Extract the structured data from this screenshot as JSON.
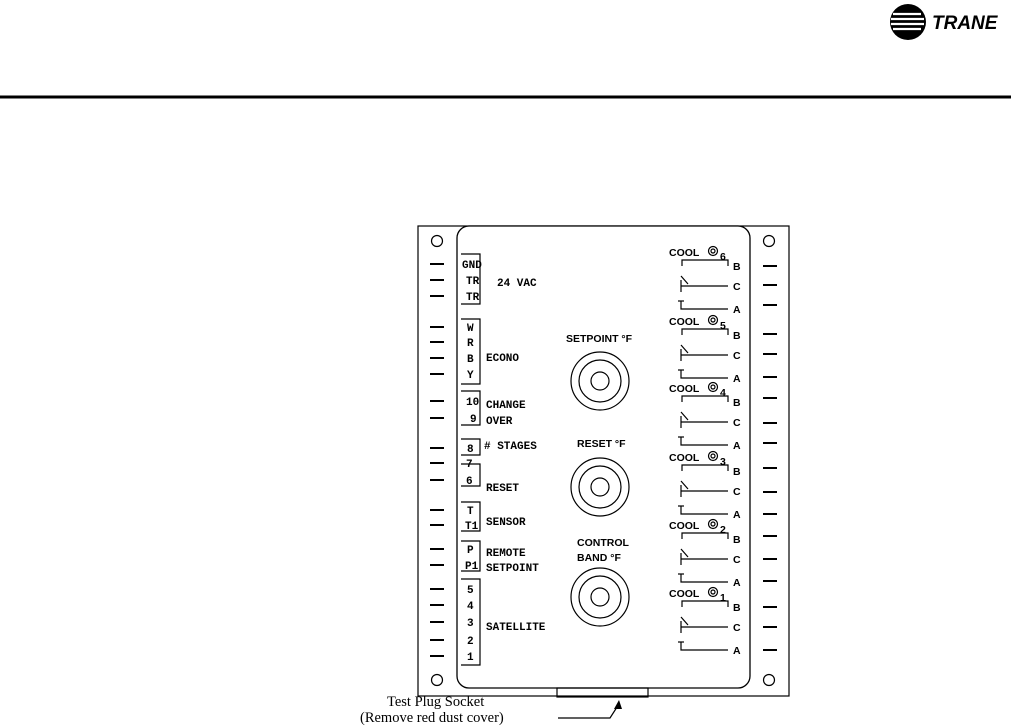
{
  "header": {
    "brand": "TRANE"
  },
  "connectors": [
    {
      "terminals": [
        "GND",
        "TR",
        "TR"
      ],
      "label": [
        "24 VAC"
      ]
    },
    {
      "terminals": [
        "W",
        "R",
        "B",
        "Y"
      ],
      "label": [
        "ECONO"
      ]
    },
    {
      "terminals": [
        "10",
        "9"
      ],
      "label": [
        "CHANGE",
        "OVER"
      ]
    },
    {
      "terminals": [
        "8"
      ],
      "label": [
        "# STAGES"
      ]
    },
    {
      "terminals": [
        "7",
        "6"
      ],
      "label": [
        "RESET"
      ]
    },
    {
      "terminals": [
        "T",
        "T1"
      ],
      "label": [
        "SENSOR"
      ]
    },
    {
      "terminals": [
        "P",
        "P1"
      ],
      "label": [
        "REMOTE",
        "SETPOINT"
      ]
    },
    {
      "terminals": [
        "5",
        "4",
        "3",
        "2",
        "1"
      ],
      "label": [
        "SATELLITE"
      ]
    }
  ],
  "knobs": [
    {
      "label": [
        "SETPOINT °F"
      ]
    },
    {
      "label": [
        "RESET °F"
      ]
    },
    {
      "label": [
        "CONTROL",
        "BAND °F"
      ]
    }
  ],
  "relays": [
    {
      "name": "COOL",
      "number": "6",
      "contacts": [
        "B",
        "C",
        "A"
      ]
    },
    {
      "name": "COOL",
      "number": "5",
      "contacts": [
        "B",
        "C",
        "A"
      ]
    },
    {
      "name": "COOL",
      "number": "4",
      "contacts": [
        "B",
        "C",
        "A"
      ]
    },
    {
      "name": "COOL",
      "number": "3",
      "contacts": [
        "B",
        "C",
        "A"
      ]
    },
    {
      "name": "COOL",
      "number": "2",
      "contacts": [
        "B",
        "C",
        "A"
      ]
    },
    {
      "name": "COOL",
      "number": "1",
      "contacts": [
        "B",
        "C",
        "A"
      ]
    }
  ],
  "caption": {
    "line1": "Test Plug Socket",
    "line2": "(Remove red dust cover)"
  }
}
